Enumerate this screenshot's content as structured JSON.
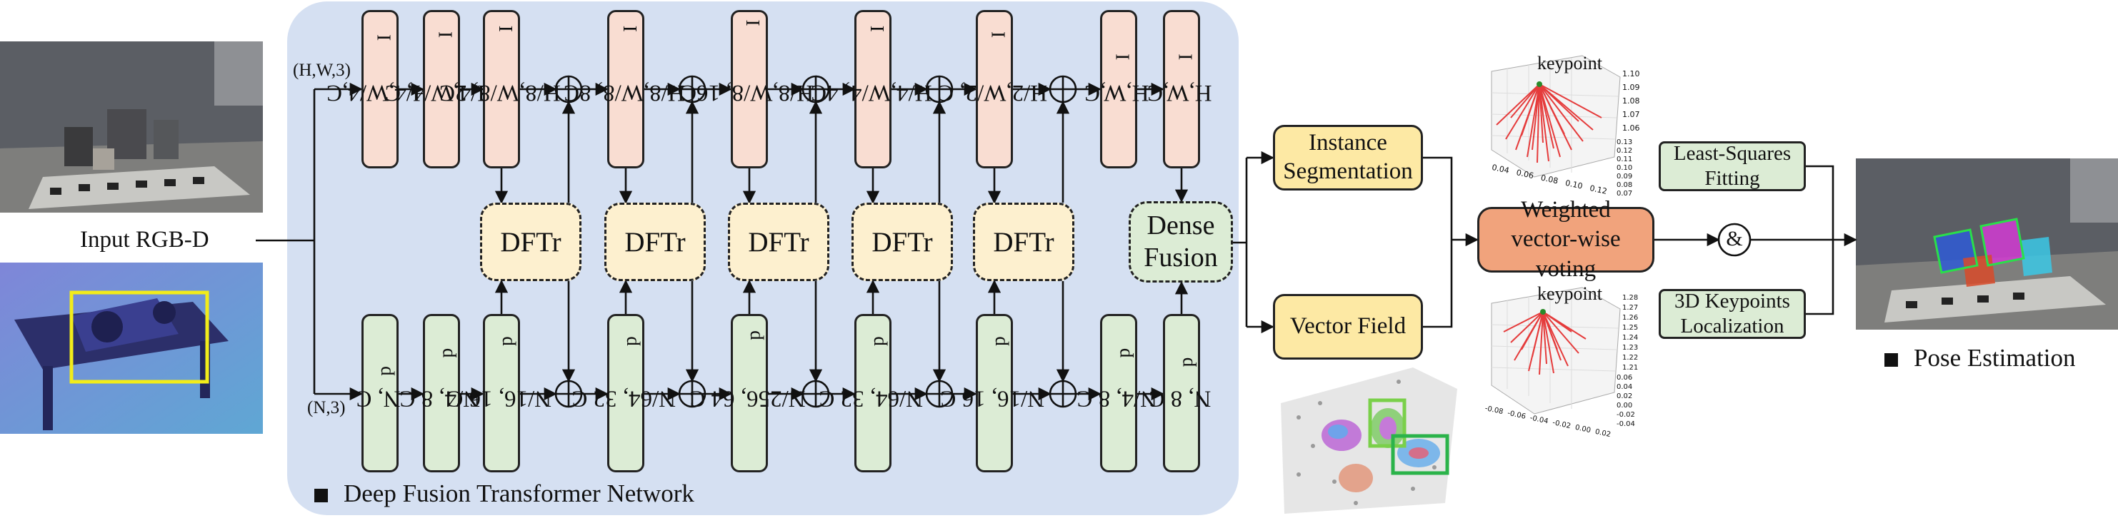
{
  "input_label": "Input RGB-D",
  "network": {
    "title": "Deep Fusion Transformer Network",
    "rgb_input_shape": "(H,W,3)",
    "point_input_shape": "(N,3)",
    "rgb_stages": [
      {
        "base": "H/4,W/4,C",
        "sub": "I"
      },
      {
        "base": "H/4,W/4, C",
        "sub": "I"
      },
      {
        "base": "H/8,W/8, 2C",
        "sub": "I"
      },
      {
        "base": "H/8,W/8, 8C",
        "sub": "I"
      },
      {
        "base": "H/8,W/8, 16C",
        "sub": "I"
      },
      {
        "base": "H/4,W/4, 4C",
        "sub": "I"
      },
      {
        "base": "H/2,W/2, C",
        "sub": "I"
      },
      {
        "base": "H,W,C",
        "sub": "I"
      },
      {
        "base": "H,W,C",
        "sub": "I"
      }
    ],
    "point_stages": [
      {
        "base": "N, C",
        "sub": "p"
      },
      {
        "base": "N/4, 8 C",
        "sub": "p"
      },
      {
        "base": "N/16, 16 C",
        "sub": "p"
      },
      {
        "base": "N/64, 32 C",
        "sub": "p"
      },
      {
        "base": "N/256, 64 C",
        "sub": "p"
      },
      {
        "base": "N/64, 32 C",
        "sub": "p"
      },
      {
        "base": "N/16, 16 C",
        "sub": "p"
      },
      {
        "base": "N/4, 8 C",
        "sub": "p"
      },
      {
        "base": "N, 8 C",
        "sub": "p"
      }
    ],
    "fusion_blocks": [
      "DFTr",
      "DFTr",
      "DFTr",
      "DFTr",
      "DFTr"
    ],
    "dense_fusion": "Dense\nFusion"
  },
  "heads": {
    "instance_segmentation": "Instance\nSegmentation",
    "vector_field": "Vector Field"
  },
  "voting": {
    "label": "Weighted\nvector-wise voting",
    "combine_symbol": "&",
    "least_squares": "Least-Squares\nFitting",
    "keypoints_3d": "3D Keypoints\nLocalization"
  },
  "plots": {
    "top": {
      "title": "keypoint",
      "z_ticks": [
        "1.10",
        "1.09",
        "1.08",
        "1.07",
        "1.06"
      ],
      "x_ticks": [
        "0.04",
        "0.06",
        "0.08",
        "0.10",
        "0.12"
      ],
      "y_ticks": [
        "0.13",
        "0.12",
        "0.11",
        "0.10",
        "0.09",
        "0.08",
        "0.07"
      ]
    },
    "bottom": {
      "title": "keypoint",
      "z_ticks": [
        "1.28",
        "1.27",
        "1.26",
        "1.25",
        "1.24",
        "1.23",
        "1.22",
        "1.21"
      ],
      "x_ticks": [
        "-0.08",
        "-0.06",
        "-0.04",
        "-0.02",
        "0.00",
        "0.02"
      ],
      "y_ticks": [
        "0.06",
        "0.04",
        "0.02",
        "0.00",
        "-0.02",
        "-0.04"
      ]
    }
  },
  "output_label": "Pose Estimation",
  "colors": {
    "panel": "#d5e0f2",
    "rgb_block": "#f9ddd2",
    "point_block": "#dcecd5",
    "dftr_block": "#fdf0cf",
    "head_block": "#fde9a4",
    "voting_block": "#f1a37c",
    "highlight_box": "#f2ec1a"
  }
}
